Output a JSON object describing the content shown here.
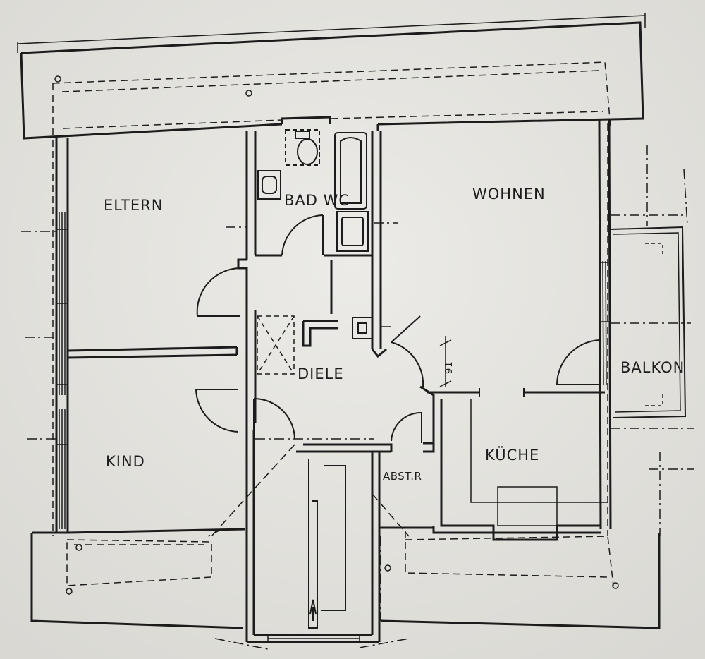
{
  "rooms": {
    "eltern": "ELTERN",
    "bad_wc": "BAD WC",
    "wohnen": "WOHNEN",
    "diele": "DIELE",
    "kind": "KIND",
    "kueche": "KÜCHE",
    "abstellraum": "ABST.R",
    "balkon": "BALKON"
  },
  "dimensions": {
    "door_width": "91"
  },
  "colors": {
    "paper": "#e6e5e1",
    "ink": "#1c1c1c"
  }
}
